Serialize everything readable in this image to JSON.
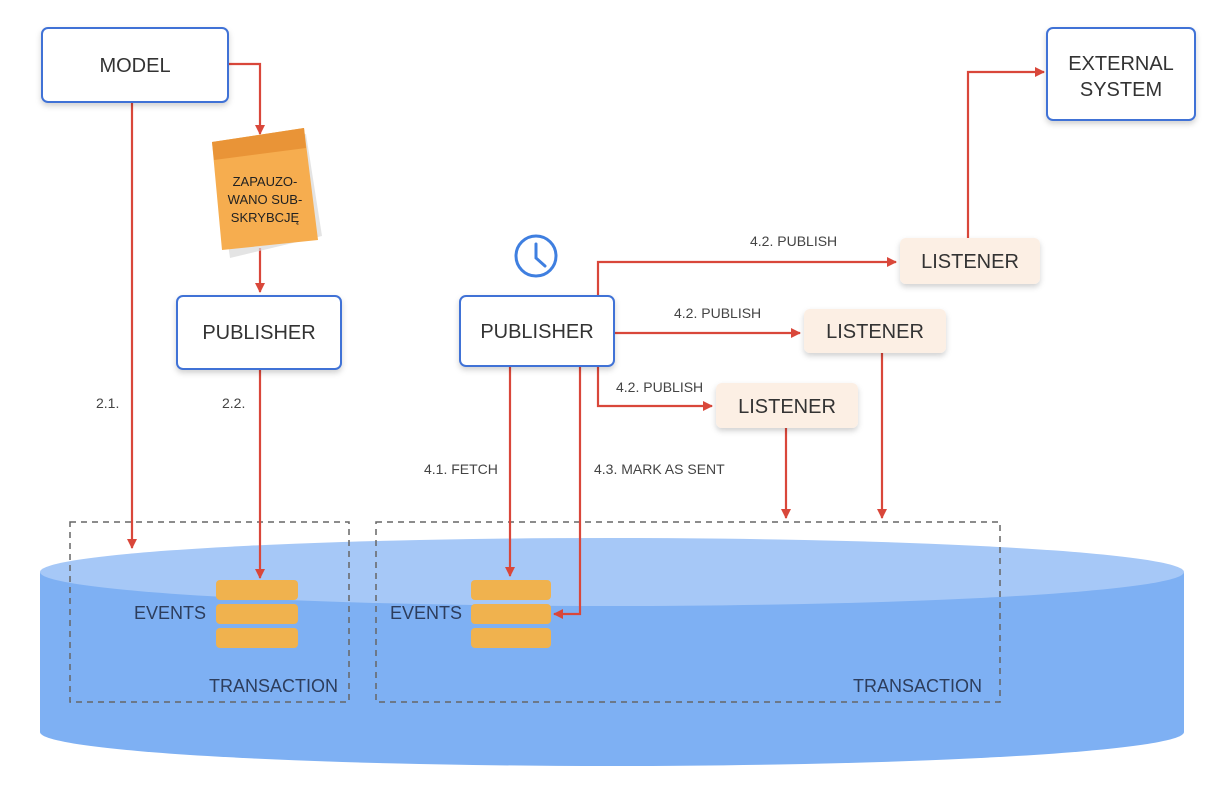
{
  "colors": {
    "arrow": "#d9473a",
    "box_border": "#3f72d6",
    "listener_fill": "#fcefe4",
    "event_fill": "#f0b24e",
    "db_top": "#a6c8f7",
    "db_body": "#7eb0f3",
    "note_fill": "#f6ad4f",
    "clock": "#3f7fe0"
  },
  "nodes": {
    "model": "MODEL",
    "external_system_line1": "EXTERNAL",
    "external_system_line2": "SYSTEM",
    "publisher_left": "PUBLISHER",
    "publisher_right": "PUBLISHER",
    "listener_1": "LISTENER",
    "listener_2": "LISTENER",
    "listener_3": "LISTENER"
  },
  "note": {
    "line1": "ZAPAUZO-",
    "line2": "WANO SUB-",
    "line3": "SKRYBCJĘ"
  },
  "edges": {
    "e21": "2.1.",
    "e22": "2.2.",
    "e41": "4.1. FETCH",
    "e42a": "4.2. PUBLISH",
    "e42b": "4.2. PUBLISH",
    "e42c": "4.2. PUBLISH",
    "e43": "4.3. MARK AS SENT"
  },
  "database": {
    "events_left": "EVENTS",
    "events_right": "EVENTS",
    "transaction_left": "TRANSACTION",
    "transaction_right": "TRANSACTION"
  },
  "icons": [
    "clock-icon"
  ]
}
